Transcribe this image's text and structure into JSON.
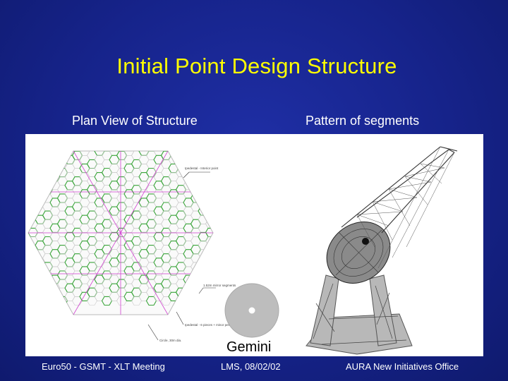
{
  "slide": {
    "title": "Initial Point Design Structure",
    "left_caption": "Plan View of Structure",
    "right_caption": "Pattern of segments",
    "gemini_label": "Gemini",
    "footer": {
      "left": "Euro50 - GSMT - XLT Meeting",
      "center": "LMS, 08/02/02",
      "right": "AURA New Initiatives Office"
    }
  },
  "plan_notes": {
    "note1": "Ipedestal - Interior point",
    "note2": "1.52m mirror segments",
    "note3": "Ipedestal - 6 pieces + minor pentagon",
    "note4": "Circle, 30m dia."
  },
  "colors": {
    "background": "#16238a",
    "title": "#ffff00",
    "text": "#ffffff",
    "segment_outline": "#3aa53a",
    "truss_line": "#d040d0"
  }
}
